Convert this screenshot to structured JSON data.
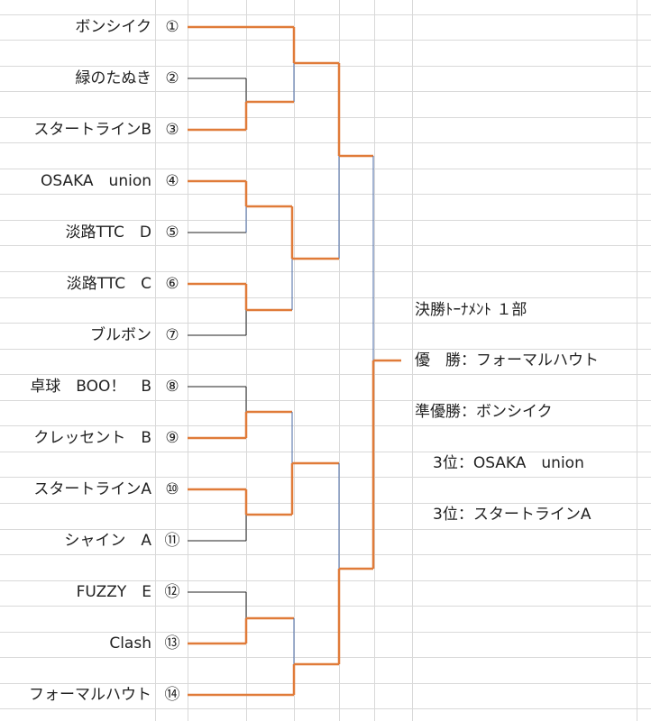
{
  "teams": [
    {
      "name": "ボンシイク",
      "seed": "①"
    },
    {
      "name": "緑のたぬき",
      "seed": "②"
    },
    {
      "name": "スタートラインB",
      "seed": "③"
    },
    {
      "name": "OSAKA　union",
      "seed": "④"
    },
    {
      "name": "淡路TTC　D",
      "seed": "⑤"
    },
    {
      "name": "淡路TTC　C",
      "seed": "⑥"
    },
    {
      "name": "ブルボン",
      "seed": "⑦"
    },
    {
      "name": "卓球　BOO！　B",
      "seed": "⑧"
    },
    {
      "name": "クレッセント　B",
      "seed": "⑨"
    },
    {
      "name": "スタートラインA",
      "seed": "⑩"
    },
    {
      "name": "シャイン　A",
      "seed": "⑪"
    },
    {
      "name": "FUZZY　E",
      "seed": "⑫"
    },
    {
      "name": "Clash",
      "seed": "⑬"
    },
    {
      "name": "フォーマルハウト",
      "seed": "⑭"
    }
  ],
  "results": {
    "title": "決勝ﾄｰﾅﾒﾝﾄ １部",
    "champion": "優　勝：フォーマルハウト",
    "runner_up": "準優勝：ボンシイク",
    "third_1": "3位：OSAKA　union",
    "third_2": "3位：スタートラインA"
  },
  "colors": {
    "winner_line": "#e07b39",
    "loser_line": "#222222",
    "link_line": "#4a6aa5",
    "grid": "#d9d9d9"
  }
}
